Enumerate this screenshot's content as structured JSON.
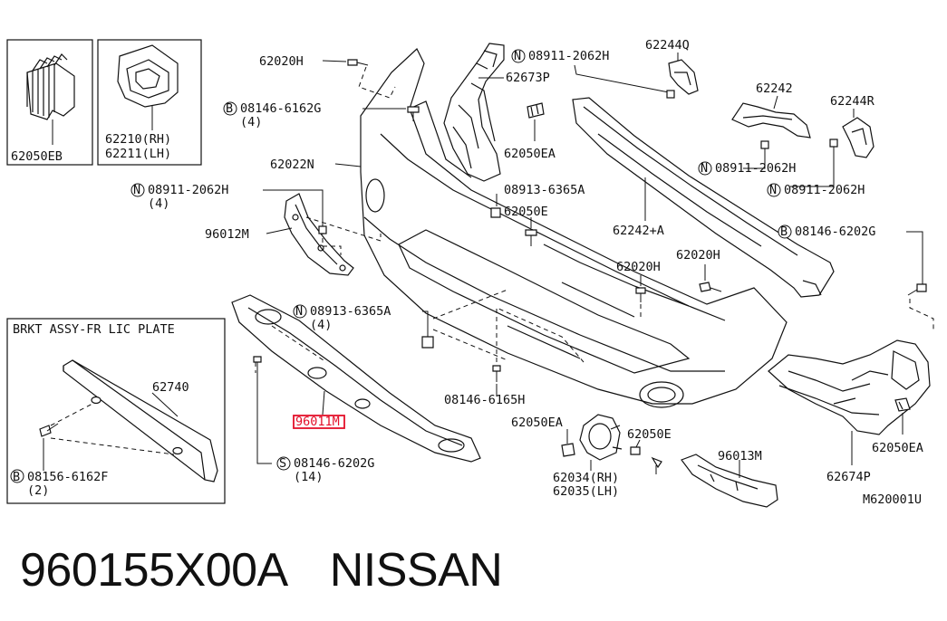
{
  "diagram": {
    "drawing_code": "M620001U",
    "inset_box_1_label": "62050EB",
    "inset_box_2_labels": [
      "62210(RH)",
      "62211(LH)"
    ],
    "inset_box_3_title": "BRKT ASSY-FR LIC PLATE",
    "callouts": {
      "c_62020H_a": "62020H",
      "c_08146_6162G_a": "08146-6162G",
      "c_08146_6162G_a_qty": "(4)",
      "c_62022N": "62022N",
      "c_08911_2062H_a": "08911-2062H",
      "c_08911_2062H_a_qty": "(4)",
      "c_96012M": "96012M",
      "c_08913_6365A_a": "08913-6365A",
      "c_08913_6365A_a_qty": "(4)",
      "c_96011M": "96011M",
      "c_08146_6202G_a": "08146-6202G",
      "c_08146_6202G_a_qty": "(14)",
      "c_62740": "62740",
      "c_08156_6162F": "08156-6162F",
      "c_08156_6162F_qty": "(2)",
      "c_08911_2062H_b": "08911-2062H",
      "c_62673P": "62673P",
      "c_62050EA_a": "62050EA",
      "c_08913_6365A_b": "08913-6365A",
      "c_62050E_a": "62050E",
      "c_62242A": "62242+A",
      "c_62020H_b": "62020H",
      "c_62020H_c": "62020H",
      "c_08146_6165H": "08146-6165H",
      "c_62050EA_b": "62050EA",
      "c_62050E_b": "62050E",
      "c_62034": "62034(RH)",
      "c_62035": "62035(LH)",
      "c_96013M": "96013M",
      "c_62244Q": "62244Q",
      "c_62242": "62242",
      "c_62244R": "62244R",
      "c_08911_2062H_c": "08911-2062H",
      "c_08911_2062H_d": "08911-2062H",
      "c_08146_6202G_b": "08146-6202G",
      "c_62674P": "62674P",
      "c_62050EA_c": "62050EA"
    },
    "prefix_symbols": {
      "bolt": "B",
      "nut": "N",
      "screw": "S"
    }
  },
  "caption": {
    "part_number": "960155X00A",
    "brand": "NISSAN"
  },
  "colors": {
    "highlight": "#e3102a",
    "line": "#111111"
  }
}
